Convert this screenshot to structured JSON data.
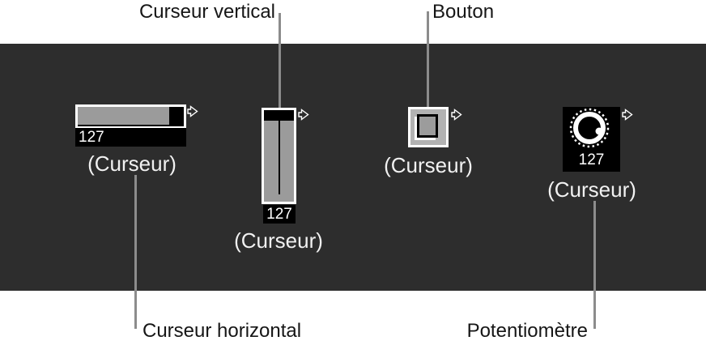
{
  "callouts": {
    "curseur_vertical": "Curseur vertical",
    "bouton": "Bouton",
    "curseur_horizontal": "Curseur horizontal",
    "potentiometre": "Potentiomètre"
  },
  "objects": {
    "horizontal_slider": {
      "value": "127",
      "label": "(Curseur)"
    },
    "vertical_slider": {
      "value": "127",
      "label": "(Curseur)"
    },
    "button": {
      "label": "(Curseur)"
    },
    "knob": {
      "value": "127",
      "label": "(Curseur)"
    }
  },
  "colors": {
    "panel_background": "#2d2d2d",
    "slider_fill": "#9b9b9b",
    "object_frame": "#ffffff",
    "thumb_black": "#000000",
    "value_box_background": "#000000",
    "value_text": "#ffffff",
    "object_label_text": "#f1f1f1",
    "callout_line": "#8c8c8c",
    "callout_text": "#161616",
    "button_bezel": "#b2b2b2",
    "button_face": "#9c9c9c"
  }
}
